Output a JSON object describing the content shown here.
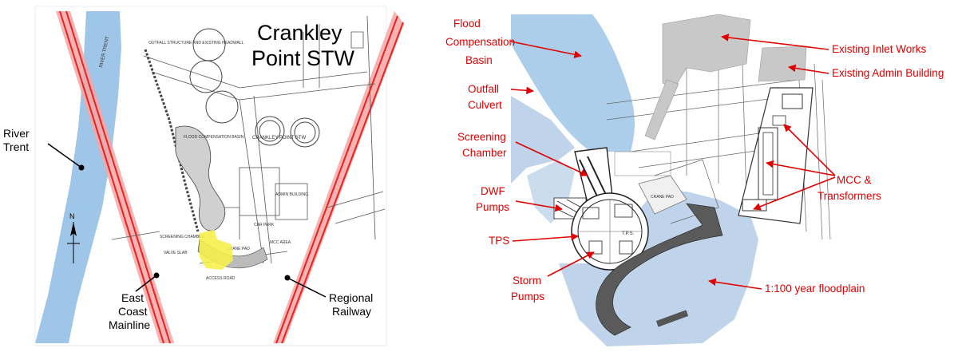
{
  "left_panel": {
    "title_line1": "Crankley",
    "title_line2": "Point STW",
    "labels": {
      "river_line1": "River",
      "river_line2": "Trent",
      "ecm_line1": "East",
      "ecm_line2": "Coast",
      "ecm_line3": "Mainline",
      "rail_line1": "Regional",
      "rail_line2": "Railway",
      "north": "N"
    },
    "plan_text": {
      "river_trent": "RIVER TRENT",
      "crankley_point": "CRANKLEY POINT STW",
      "outfall": "OUTFALL STRUCTURE AND EXISTING HEADWALL",
      "flood_comp": "FLOOD COMPENSATION BASIN",
      "admin": "ADMIN BUILDING",
      "car_park": "CAR PARK",
      "screening": "SCREENING CHAMBER",
      "valve_slab": "VALVE SLAB",
      "crane_pad": "CRANE PAD",
      "access_road": "ACCESS ROAD",
      "mcc_area": "MCC AREA"
    }
  },
  "right_panel": {
    "labels": {
      "flood_line1": "Flood",
      "flood_line2": "Compensation",
      "flood_line3": "Basin",
      "outfall_line1": "Outfall",
      "outfall_line2": "Culvert",
      "screening_line1": "Screening",
      "screening_line2": "Chamber",
      "dwf_line1": "DWF",
      "dwf_line2": "Pumps",
      "tps": "TPS",
      "storm_line1": "Storm",
      "storm_line2": "Pumps",
      "inlet_works": "Existing Inlet Works",
      "admin_building": "Existing Admin Building",
      "mcc_line1": "MCC &",
      "mcc_line2": "Transformers",
      "floodplain": "1:100 year floodplain"
    },
    "plan_text": {
      "tps_center": "T.P.S.",
      "crane_pad": "CRANE PAD"
    }
  },
  "colors": {
    "water": "#9fc5e8",
    "floodplain": "#b4cde6",
    "railway_red": "#e8231f",
    "railway_pink": "#f4a6a6",
    "annotation_red": "#e00000",
    "highlight_yellow": "#f5f04a",
    "grey_building": "#c8c8c8"
  }
}
